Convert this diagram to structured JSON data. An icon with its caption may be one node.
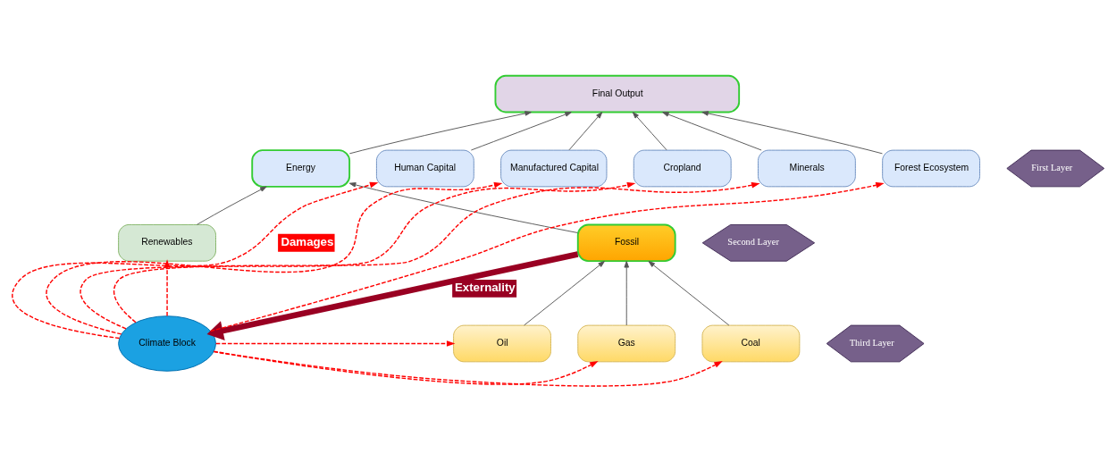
{
  "diagram": {
    "nodes": [
      {
        "text": [
          "Final Output"
        ]
      },
      {
        "text": [
          "Human Capital"
        ]
      },
      {
        "text": [
          "Manufactured Capital"
        ]
      },
      {
        "text": [
          "Energy"
        ]
      },
      {
        "text": [
          "Cropland"
        ]
      },
      {
        "text": [
          "Minerals"
        ]
      },
      {
        "text": [
          "Forest Ecosystem"
        ]
      },
      {
        "text": [
          "First Layer"
        ]
      },
      {
        "text": [
          "Renewables"
        ]
      },
      {
        "text": [
          "Fossil"
        ]
      },
      {
        "text": [
          "Second Layer"
        ]
      },
      {
        "text": [
          "Climate Block"
        ]
      },
      {
        "text": [
          "Oil"
        ]
      },
      {
        "text": [
          "Gas"
        ]
      },
      {
        "text": [
          "Coal"
        ]
      },
      {
        "text": [
          "Third Layer"
        ]
      }
    ],
    "edges": [
      {
        "from": 1,
        "to": 0,
        "arrow": "to"
      },
      {
        "from": 2,
        "to": 0,
        "arrow": "to"
      },
      {
        "from": 3,
        "to": 0,
        "arrow": "to"
      },
      {
        "from": 4,
        "to": 0,
        "arrow": "to"
      },
      {
        "from": 5,
        "to": 0,
        "arrow": "to"
      },
      {
        "from": 6,
        "to": 0,
        "arrow": "to"
      },
      {
        "from": 8,
        "to": 3,
        "arrow": "to"
      },
      {
        "from": 9,
        "to": 3,
        "arrow": "to"
      },
      {
        "from": 12,
        "to": 9,
        "arrow": "to"
      },
      {
        "from": 13,
        "to": 9,
        "arrow": "to"
      },
      {
        "from": 14,
        "to": 9,
        "arrow": "to"
      },
      {
        "from": 9,
        "to": 11,
        "arrow": "to",
        "label": "Externality",
        "style": "thick",
        "color": "#990022"
      },
      {
        "from": 11,
        "to": 1,
        "arrow": "to",
        "label": "Damages",
        "style": "dashed",
        "color": "#ff0000"
      },
      {
        "from": 11,
        "to": 2,
        "arrow": "to",
        "style": "dashed",
        "color": "#ff0000"
      },
      {
        "from": 11,
        "to": 4,
        "arrow": "to",
        "style": "dashed",
        "color": "#ff0000"
      },
      {
        "from": 11,
        "to": 5,
        "arrow": "to",
        "style": "dashed",
        "color": "#ff0000"
      },
      {
        "from": 11,
        "to": 6,
        "arrow": "to",
        "style": "dashed",
        "color": "#ff0000"
      },
      {
        "from": 11,
        "to": 8,
        "arrow": "to",
        "style": "dashed",
        "color": "#ff0000"
      },
      {
        "from": 11,
        "to": 12,
        "arrow": "to",
        "style": "dashed",
        "color": "#ff0000"
      },
      {
        "from": 11,
        "to": 13,
        "arrow": "to",
        "style": "dashed",
        "color": "#ff0000"
      },
      {
        "from": 11,
        "to": 14,
        "arrow": "to",
        "style": "dashed",
        "color": "#ff0000"
      }
    ]
  }
}
